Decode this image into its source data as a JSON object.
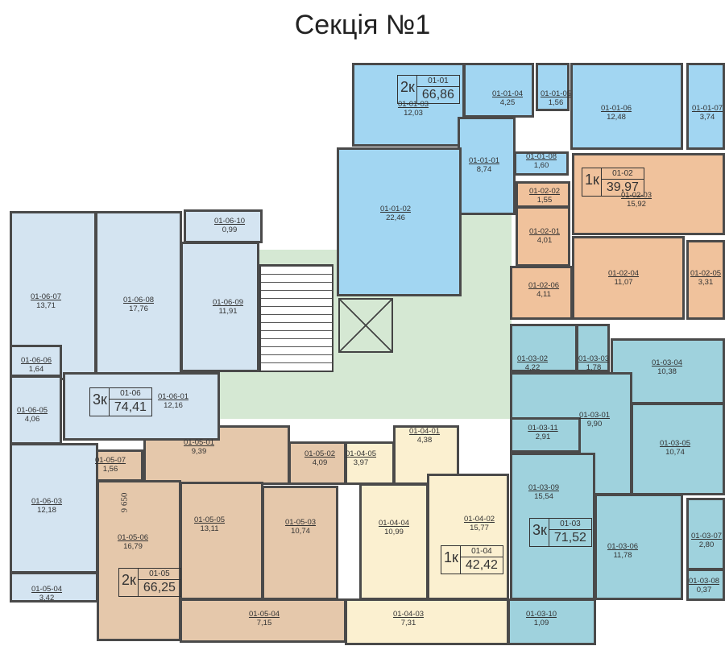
{
  "title": "Секція №1",
  "dimension_label": "9 650",
  "colors": {
    "01-01": "#a2d6f2",
    "01-02": "#f0c29c",
    "01-03": "#9fd2dd",
    "01-04": "#fbf0d0",
    "01-05": "#e5c8ab",
    "01-06": "#d4e4f1",
    "corridor": "#d5e8d3"
  },
  "apartments": [
    {
      "id": "01-01",
      "type": "2к",
      "area": "66,86"
    },
    {
      "id": "01-02",
      "type": "1к",
      "area": "39,97"
    },
    {
      "id": "01-03",
      "type": "3к",
      "area": "71,52"
    },
    {
      "id": "01-04",
      "type": "1к",
      "area": "42,42"
    },
    {
      "id": "01-05",
      "type": "2к",
      "area": "66,25"
    },
    {
      "id": "01-06",
      "type": "3к",
      "area": "74,41"
    }
  ],
  "rooms": [
    {
      "id": "01-01-03",
      "area": "12,03"
    },
    {
      "id": "01-01-04",
      "area": "4,25"
    },
    {
      "id": "01-01-05",
      "area": "1,56"
    },
    {
      "id": "01-01-06",
      "area": "12,48"
    },
    {
      "id": "01-01-07",
      "area": "3,74"
    },
    {
      "id": "01-01-01",
      "area": "8,74"
    },
    {
      "id": "01-01-08",
      "area": "1,60"
    },
    {
      "id": "01-01-02",
      "area": "22,46"
    },
    {
      "id": "01-02-03",
      "area": "15,92"
    },
    {
      "id": "01-02-02",
      "area": "1,55"
    },
    {
      "id": "01-02-01",
      "area": "4,01"
    },
    {
      "id": "01-02-04",
      "area": "11,07"
    },
    {
      "id": "01-02-05",
      "area": "3,31"
    },
    {
      "id": "01-02-06",
      "area": "4,11"
    },
    {
      "id": "01-03-02",
      "area": "4,22"
    },
    {
      "id": "01-03-03",
      "area": "1,78"
    },
    {
      "id": "01-03-04",
      "area": "10,38"
    },
    {
      "id": "01-03-01",
      "area": "9,90"
    },
    {
      "id": "01-03-11",
      "area": "2,91"
    },
    {
      "id": "01-03-05",
      "area": "10,74"
    },
    {
      "id": "01-03-09",
      "area": "15,54"
    },
    {
      "id": "01-03-06",
      "area": "11,78"
    },
    {
      "id": "01-03-07",
      "area": "2,80"
    },
    {
      "id": "01-03-08",
      "area": "0,37"
    },
    {
      "id": "01-03-10",
      "area": "1,09"
    },
    {
      "id": "01-04-05",
      "area": "3,97"
    },
    {
      "id": "01-04-01",
      "area": "4,38"
    },
    {
      "id": "01-04-04",
      "area": "10,99"
    },
    {
      "id": "01-04-02",
      "area": "15,77"
    },
    {
      "id": "01-04-03",
      "area": "7,31"
    },
    {
      "id": "01-05-01",
      "area": "9,39"
    },
    {
      "id": "01-05-02",
      "area": "4,09"
    },
    {
      "id": "01-05-07",
      "area": "1,56"
    },
    {
      "id": "01-05-06",
      "area": "16,79"
    },
    {
      "id": "01-05-05",
      "area": "13,11"
    },
    {
      "id": "01-05-03",
      "area": "10,74"
    },
    {
      "id": "01-05-04",
      "area": "7,15"
    },
    {
      "id": "01-06-07",
      "area": "13,71"
    },
    {
      "id": "01-06-08",
      "area": "17,76"
    },
    {
      "id": "01-06-10",
      "area": "0,99"
    },
    {
      "id": "01-06-09",
      "area": "11,91"
    },
    {
      "id": "01-06-01",
      "area": "12,16"
    },
    {
      "id": "01-06-06",
      "area": "1,64"
    },
    {
      "id": "01-06-05",
      "area": "4,06"
    },
    {
      "id": "01-06-03",
      "area": "12,18"
    },
    {
      "id": "01-05-04",
      "area": "3,42"
    }
  ]
}
